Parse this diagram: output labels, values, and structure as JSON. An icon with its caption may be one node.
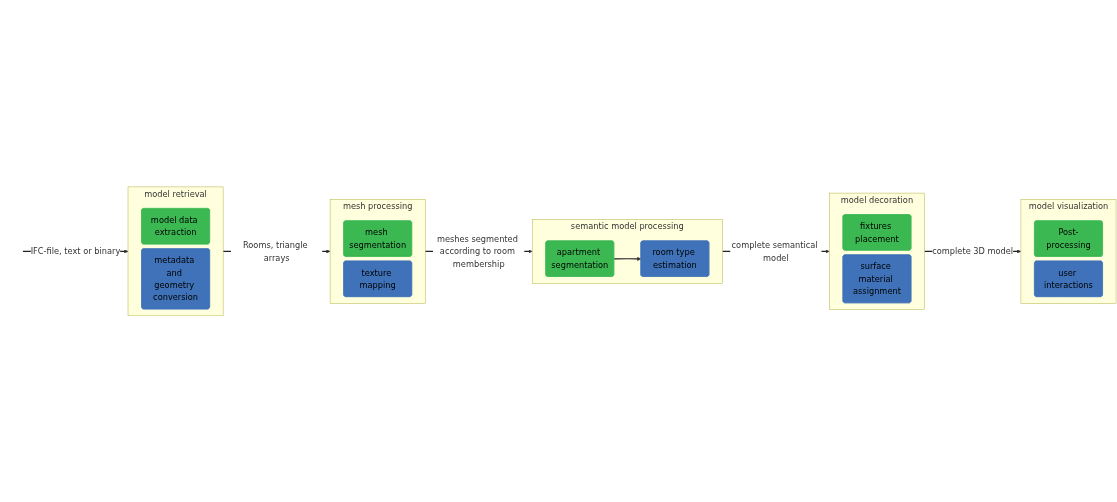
{
  "diagram": {
    "nodes": [
      {
        "text": [
          "model retrieval"
        ]
      },
      {
        "text": [
          "model data extraction"
        ],
        "in": 0
      },
      {
        "text": [
          "metadata and geometry conversion"
        ],
        "in": 0
      },
      {
        "text": [
          "mesh processing"
        ]
      },
      {
        "text": [
          "mesh segmentation"
        ],
        "in": 3
      },
      {
        "text": [
          "texture mapping"
        ],
        "in": 3
      },
      {
        "text": [
          "semantic model processing"
        ]
      },
      {
        "text": [
          "apartment segmentation"
        ],
        "in": 6
      },
      {
        "text": [
          "room type estimation"
        ],
        "in": 6
      },
      {
        "text": [
          "model decoration"
        ]
      },
      {
        "text": [
          "fixtures placement"
        ],
        "in": 9
      },
      {
        "text": [
          "surface material assignment"
        ],
        "in": 9
      },
      {
        "text": [
          "model visualization"
        ]
      },
      {
        "text": [
          "Post-processing"
        ],
        "in": 12
      },
      {
        "text": [
          "user interactions"
        ],
        "in": 12
      }
    ],
    "edges": [
      {
        "from": null,
        "to": 0,
        "arrow": "to",
        "label": "IFC-file, text or binary"
      },
      {
        "from": 0,
        "to": 3,
        "arrow": "to",
        "label": "Rooms, triangle arrays"
      },
      {
        "from": 3,
        "to": 6,
        "arrow": "to",
        "label": "meshes segmented according to room membership"
      },
      {
        "from": 7,
        "to": 8,
        "arrow": "to"
      },
      {
        "from": 6,
        "to": 9,
        "arrow": "to",
        "label": "complete semantical model"
      },
      {
        "from": 9,
        "to": 12,
        "arrow": "to",
        "label": "complete 3D model"
      }
    ]
  }
}
